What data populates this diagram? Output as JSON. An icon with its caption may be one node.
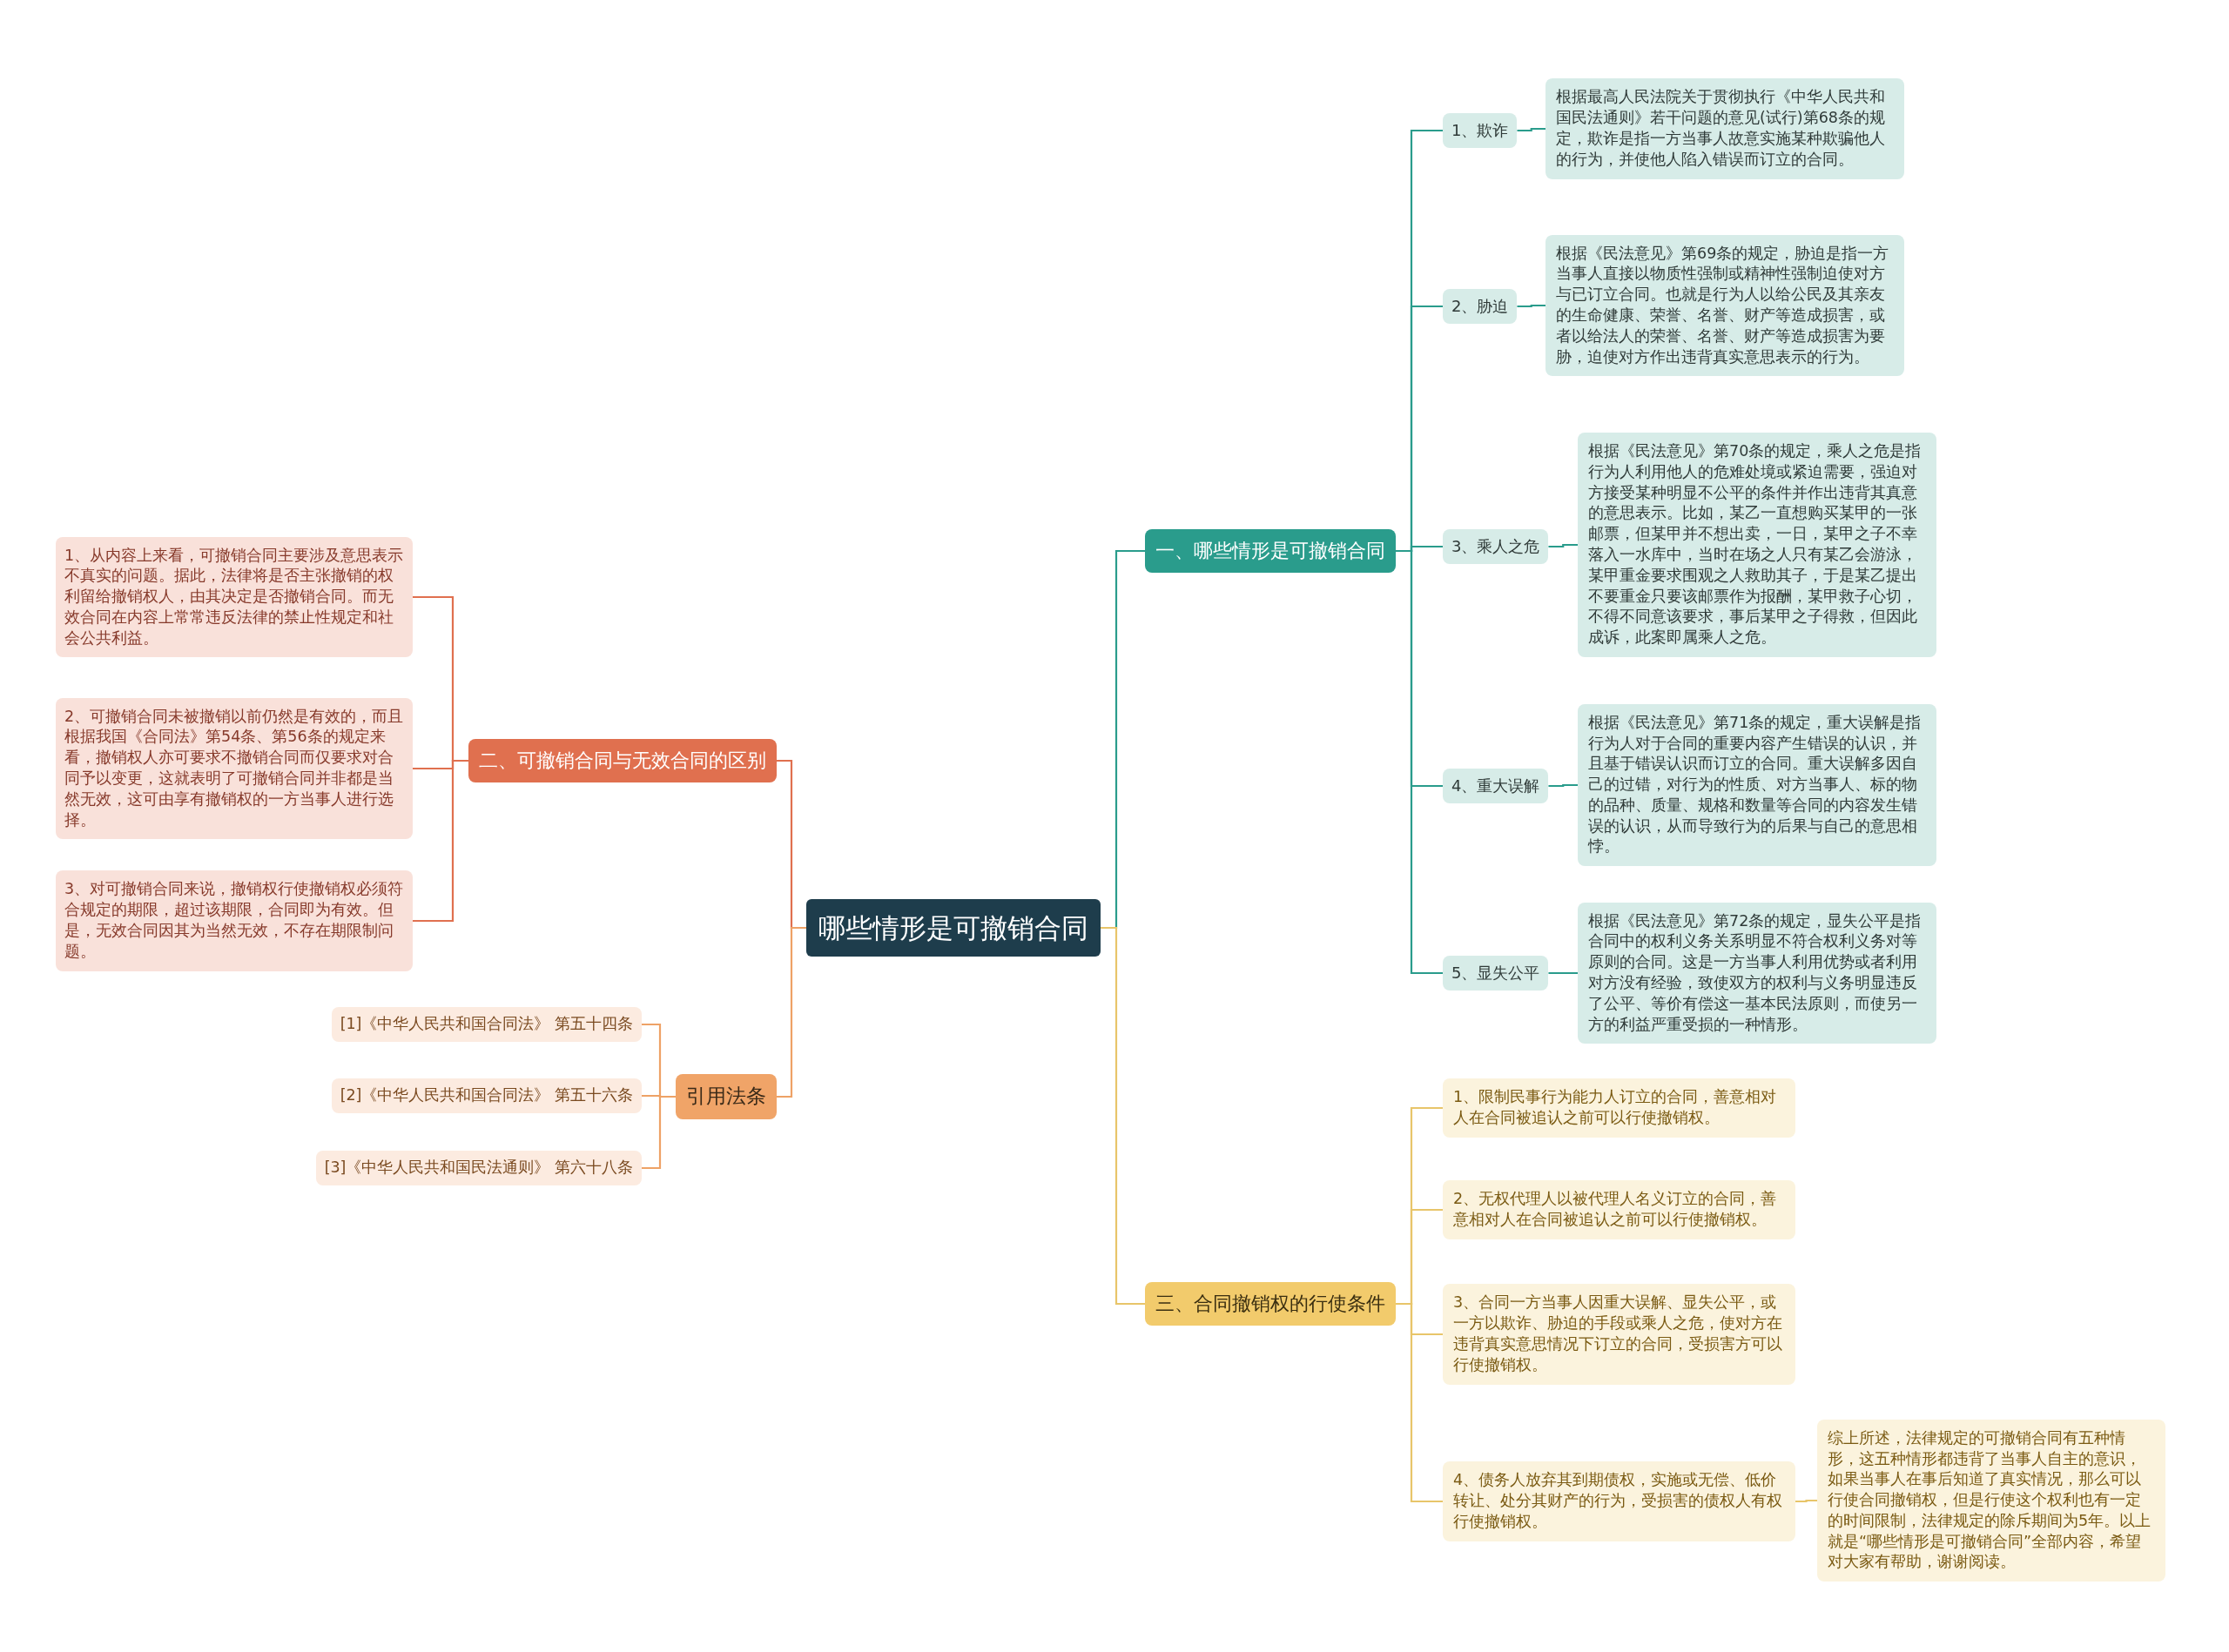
{
  "diagram": {
    "nodes": [
      {
        "text": [
          "哪些情形是可撤销合同"
        ]
      },
      {
        "text": [
          "一、哪些情形是可撤销合同"
        ]
      },
      {
        "text": [
          "1、欺诈"
        ]
      },
      {
        "text": [
          "根据最高人民法院关于贯彻执行《中华人民共和国民法通则》若干问题的意见(试行)第68条的规定，欺诈是指一方当事人故意实施某种欺骗他人的行为，并使他人陷入错误而订立的合同。"
        ]
      },
      {
        "text": [
          "2、胁迫"
        ]
      },
      {
        "text": [
          "根据《民法意见》第69条的规定，胁迫是指一方当事人直接以物质性强制或精神性强制迫使对方与已订立合同。也就是行为人以给公民及其亲友的生命健康、荣誉、名誉、财产等造成损害，或者以给法人的荣誉、名誉、财产等造成损害为要胁，迫使对方作出违背真实意思表示的行为。"
        ]
      },
      {
        "text": [
          "3、乘人之危"
        ]
      },
      {
        "text": [
          "根据《民法意见》第70条的规定，乘人之危是指行为人利用他人的危难处境或紧迫需要，强迫对方接受某种明显不公平的条件并作出违背其真意的意思表示。比如，某乙一直想购买某甲的一张邮票，但某甲并不想出卖，一日，某甲之子不幸落入一水库中，当时在场之人只有某乙会游泳，某甲重金要求围观之人救助其子，于是某乙提出不要重金只要该邮票作为报酬，某甲救子心切，不得不同意该要求，事后某甲之子得救，但因此成诉，此案即属乘人之危。"
        ]
      },
      {
        "text": [
          "4、重大误解"
        ]
      },
      {
        "text": [
          "根据《民法意见》第71条的规定，重大误解是指行为人对于合同的重要内容产生错误的认识，并且基于错误认识而订立的合同。重大误解多因自己的过错，对行为的性质、对方当事人、标的物的品种、质量、规格和数量等合同的内容发生错误的认识，从而导致行为的后果与自己的意思相悖。"
        ]
      },
      {
        "text": [
          "5、显失公平"
        ]
      },
      {
        "text": [
          "根据《民法意见》第72条的规定，显失公平是指合同中的权利义务关系明显不符合权利义务对等原则的合同。这是一方当事人利用优势或者利用对方没有经验，致使双方的权利与义务明显违反了公平、等价有偿这一基本民法原则，而使另一方的利益严重受损的一种情形。"
        ]
      },
      {
        "text": [
          "二、可撤销合同与无效合同的区别"
        ]
      },
      {
        "text": [
          "1、从内容上来看，可撤销合同主要涉及意思表示不真实的问题。据此，法律将是否主张撤销的权利留给撤销权人，由其决定是否撤销合同。而无效合同在内容上常常违反法律的禁止性规定和社会公共利益。"
        ]
      },
      {
        "text": [
          "2、可撤销合同未被撤销以前仍然是有效的，而且根据我国《合同法》第54条、第56条的规定来看，撤销权人亦可要求不撤销合同而仅要求对合同予以变更，这就表明了可撤销合同并非都是当然无效，这可由享有撤销权的一方当事人进行选择。"
        ]
      },
      {
        "text": [
          "3、对可撤销合同来说，撤销权行使撤销权必须符合规定的期限，超过该期限，合同即为有效。但是，无效合同因其为当然无效，不存在期限制问题。"
        ]
      },
      {
        "text": [
          "引用法条"
        ]
      },
      {
        "text": [
          "[1]《中华人民共和国合同法》 第五十四条"
        ]
      },
      {
        "text": [
          "[2]《中华人民共和国合同法》 第五十六条"
        ]
      },
      {
        "text": [
          "[3]《中华人民共和国民法通则》 第六十八条"
        ]
      },
      {
        "text": [
          "三、合同撤销权的行使条件"
        ]
      },
      {
        "text": [
          "1、限制民事行为能力人订立的合同，善意相对人在合同被追认之前可以行使撤销权。"
        ]
      },
      {
        "text": [
          "2、无权代理人以被代理人名义订立的合同，善意相对人在合同被追认之前可以行使撤销权。"
        ]
      },
      {
        "text": [
          "3、合同一方当事人因重大误解、显失公平，或一方以欺诈、胁迫的手段或乘人之危，使对方在违背真实意思情况下订立的合同，受损害方可以行使撤销权。"
        ]
      },
      {
        "text": [
          "4、债务人放弃其到期债权，实施或无偿、低价转让、处分其财产的行为，受损害的债权人有权行使撤销权。"
        ]
      },
      {
        "text": [
          "综上所述，法律规定的可撤销合同有五种情形，这五种情形都违背了当事人自主的意识，如果当事人在事后知道了真实情况，那么可以行使合同撤销权，但是行使这个权利也有一定的时间限制，法律规定的除斥期间为5年。以上就是“哪些情形是可撤销合同”全部内容，希望对大家有帮助，谢谢阅读。"
        ]
      }
    ],
    "edges": [
      {
        "from": 0,
        "to": 1,
        "arrow": "none"
      },
      {
        "from": 1,
        "to": 2,
        "arrow": "none"
      },
      {
        "from": 2,
        "to": 3,
        "arrow": "none"
      },
      {
        "from": 1,
        "to": 4,
        "arrow": "none"
      },
      {
        "from": 4,
        "to": 5,
        "arrow": "none"
      },
      {
        "from": 1,
        "to": 6,
        "arrow": "none"
      },
      {
        "from": 6,
        "to": 7,
        "arrow": "none"
      },
      {
        "from": 1,
        "to": 8,
        "arrow": "none"
      },
      {
        "from": 8,
        "to": 9,
        "arrow": "none"
      },
      {
        "from": 1,
        "to": 10,
        "arrow": "none"
      },
      {
        "from": 10,
        "to": 11,
        "arrow": "none"
      },
      {
        "from": 0,
        "to": 12,
        "arrow": "none",
        "color": "#e0704f"
      },
      {
        "from": 12,
        "to": 13,
        "arrow": "none",
        "color": "#e0704f"
      },
      {
        "from": 12,
        "to": 14,
        "arrow": "none",
        "color": "#e0704f"
      },
      {
        "from": 12,
        "to": 15,
        "arrow": "none",
        "color": "#e0704f"
      },
      {
        "from": 0,
        "to": 16,
        "arrow": "none",
        "color": "#eea266"
      },
      {
        "from": 16,
        "to": 17,
        "arrow": "none",
        "color": "#eea266"
      },
      {
        "from": 16,
        "to": 18,
        "arrow": "none",
        "color": "#eea266"
      },
      {
        "from": 16,
        "to": 19,
        "arrow": "none",
        "color": "#eea266"
      },
      {
        "from": 0,
        "to": 20,
        "arrow": "none",
        "color": "#e8c56a"
      },
      {
        "from": 20,
        "to": 21,
        "arrow": "none",
        "color": "#e8c56a"
      },
      {
        "from": 20,
        "to": 22,
        "arrow": "none",
        "color": "#e8c56a"
      },
      {
        "from": 20,
        "to": 23,
        "arrow": "none",
        "color": "#e8c56a"
      },
      {
        "from": 20,
        "to": 24,
        "arrow": "none",
        "color": "#e8c56a"
      },
      {
        "from": 24,
        "to": 25,
        "arrow": "none",
        "color": "#e8c56a"
      }
    ]
  }
}
